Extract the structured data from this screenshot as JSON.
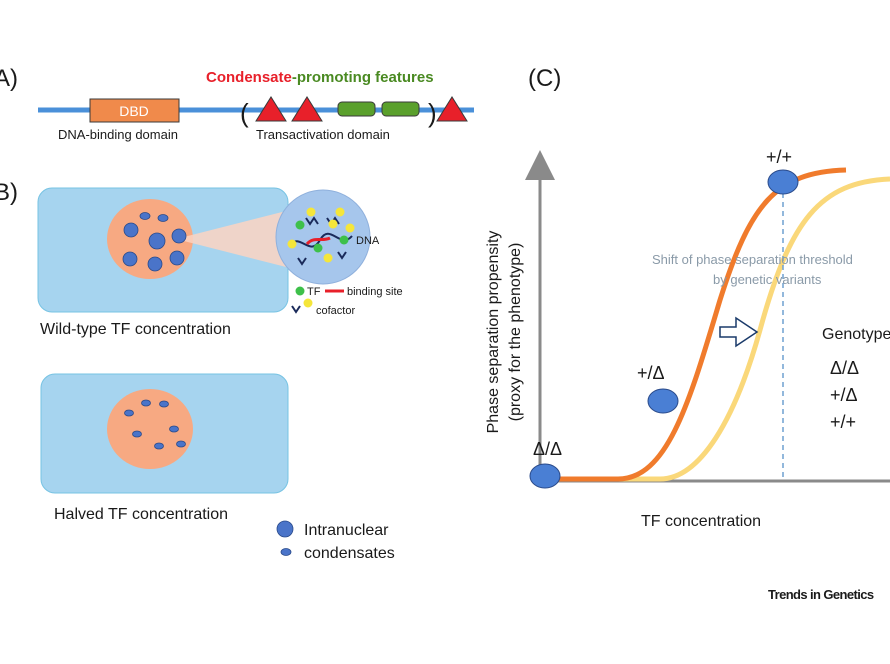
{
  "panels": {
    "a": {
      "label": "A)"
    },
    "b": {
      "label": "B)"
    },
    "c": {
      "label": "(C)"
    }
  },
  "domain_diagram": {
    "dbd_label": "DBD",
    "dna_binding_domain": "DNA-binding domain",
    "transactivation_domain": "Transactivation domain",
    "heading_condensate": "Condensate",
    "heading_rest": "-promoting features",
    "open_paren": "(",
    "close_paren": ")"
  },
  "cells": {
    "wild_type_label": "Wild-type TF concentration",
    "halved_label": "Halved TF concentration"
  },
  "inset": {
    "dna_label": "DNA",
    "tf_label": "TF",
    "binding_site_label": "binding site",
    "cofactor_label": "cofactor"
  },
  "legend": {
    "condensates_line1": "Intranuclear",
    "condensates_line2": "condensates"
  },
  "plot": {
    "ylabel_line1": "Phase separation propensity",
    "ylabel_line2": "(proxy for the phenotype)",
    "xlabel": "TF concentration",
    "shift_line1": "Shift of phase separation threshold",
    "shift_line2": "by genetic variants",
    "genotype_title": "Genotype",
    "genotypes": [
      "Δ/Δ",
      "+/Δ",
      "+/+"
    ],
    "point_labels": [
      "Δ/Δ",
      "+/Δ",
      "+/+"
    ]
  },
  "footer": {
    "journal": "Trends in Genetics"
  },
  "colors": {
    "backbone": "#4a90d9",
    "dbd": "#f08a4b",
    "triangle": "#e8202a",
    "green_box": "#5aa02c",
    "cell_fill": "#a6d4ef",
    "nucleus_fill": "#f7a982",
    "condensate": "#4a74c9",
    "curve_wild": "#f07b2c",
    "curve_shift": "#fad87a",
    "point": "#4a7fd4"
  }
}
